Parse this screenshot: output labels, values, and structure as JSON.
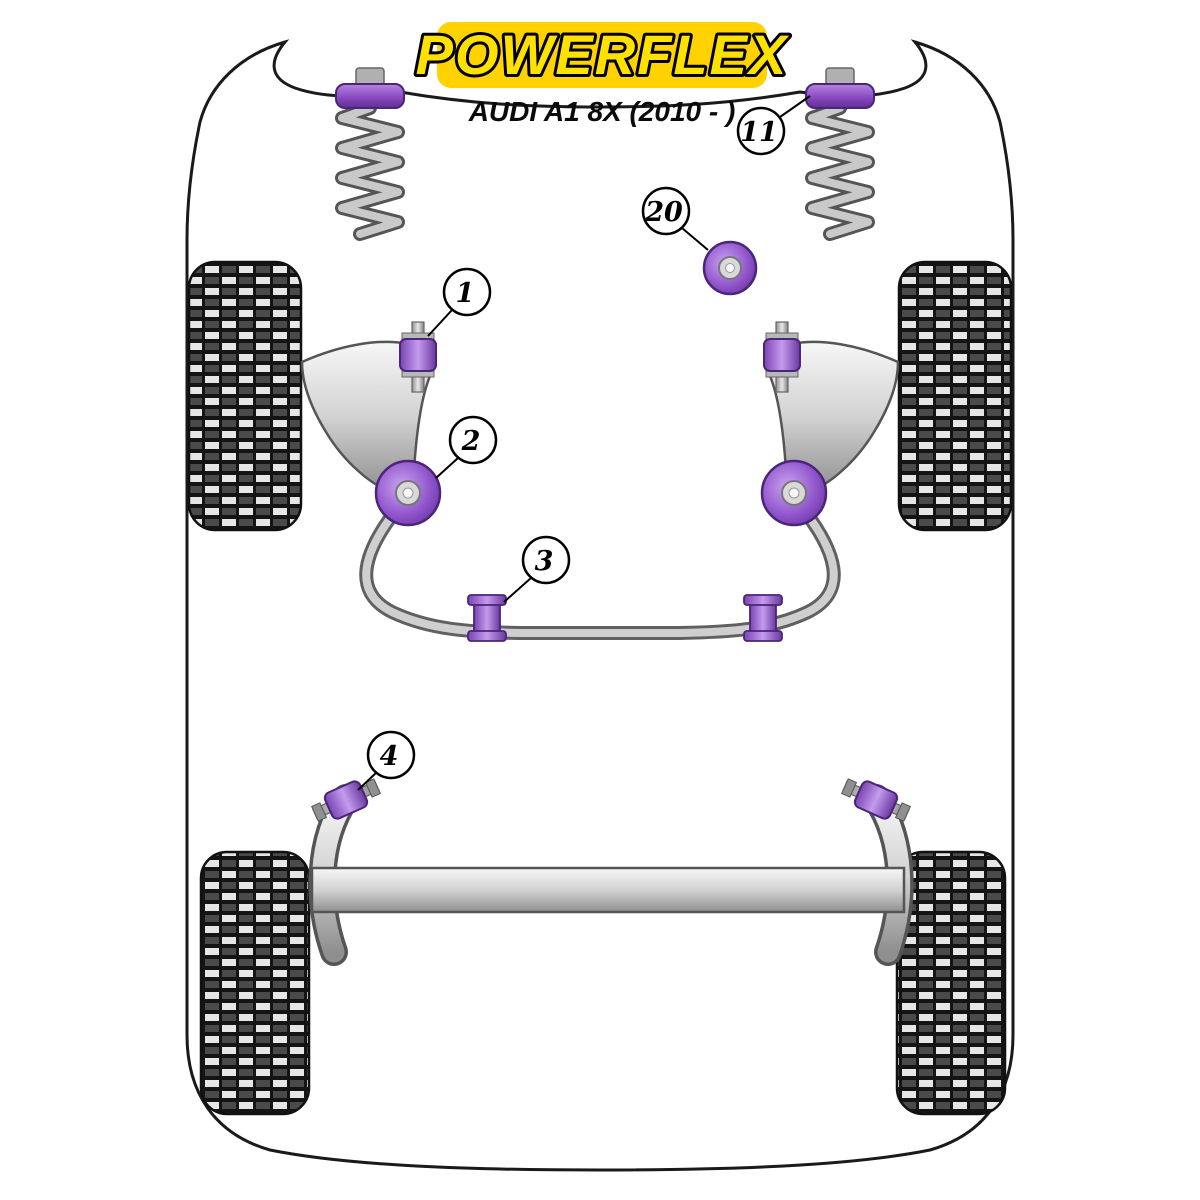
{
  "logo": {
    "text": "POWERFLEX",
    "background": "#FFD200",
    "letters": "#FFE100"
  },
  "subtitle": {
    "text": "AUDI A1 8X (2010 - )"
  },
  "callouts": [
    {
      "label": "1"
    },
    {
      "label": "2"
    },
    {
      "label": "3"
    },
    {
      "label": "4"
    },
    {
      "label": "11"
    },
    {
      "label": "20"
    }
  ],
  "colors": {
    "bush_purple": "#8a4bc0",
    "outline_black": "#111111",
    "metal_grey": "#bdbdbd",
    "tire_dark": "#1f1f1f"
  }
}
